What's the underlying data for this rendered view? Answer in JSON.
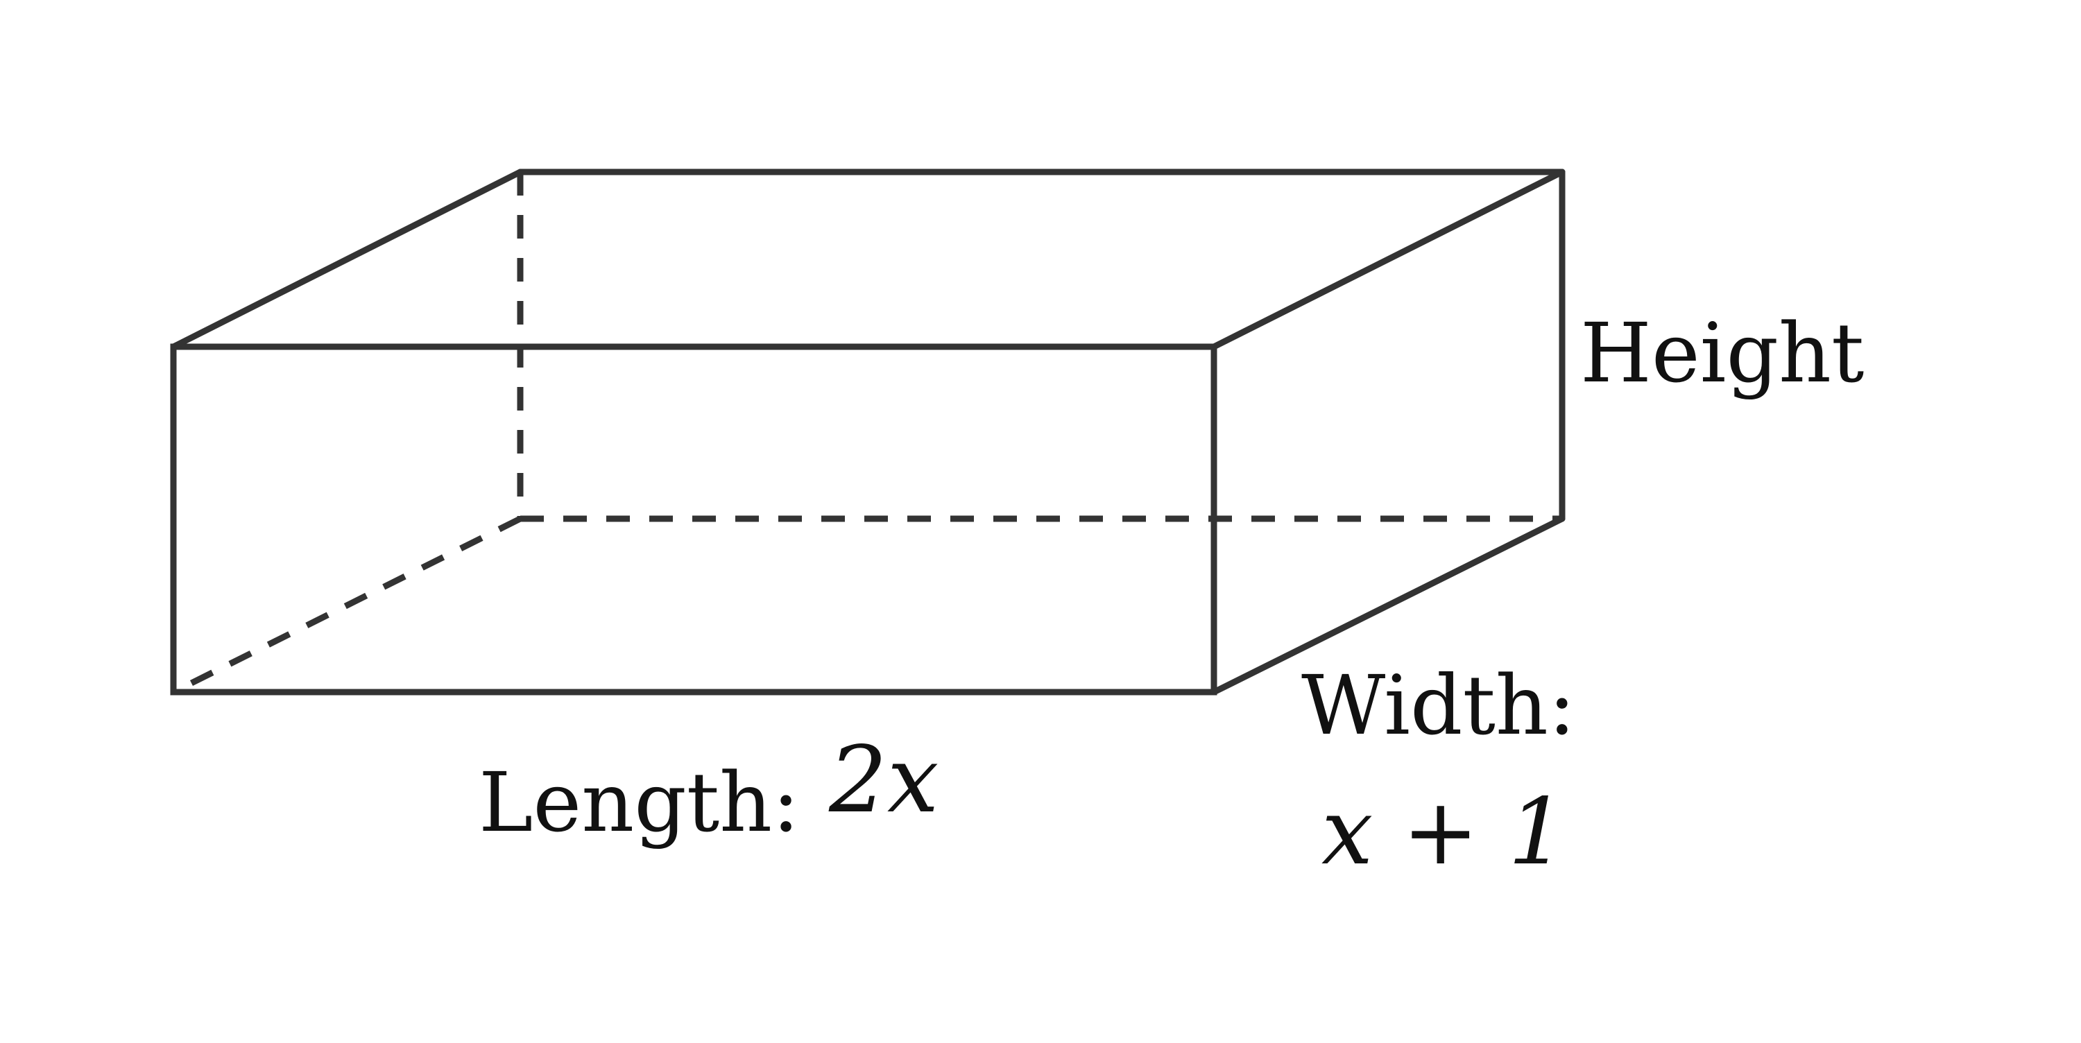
{
  "diagram": {
    "type": "rectangular-prism",
    "labels": {
      "height": "Height",
      "length_label": "Length:",
      "length_expr": "2x",
      "width_label": "Width:",
      "width_expr": "x + 1"
    },
    "colors": {
      "stroke": "#333333",
      "text": "#111111",
      "background": "#ffffff"
    }
  }
}
